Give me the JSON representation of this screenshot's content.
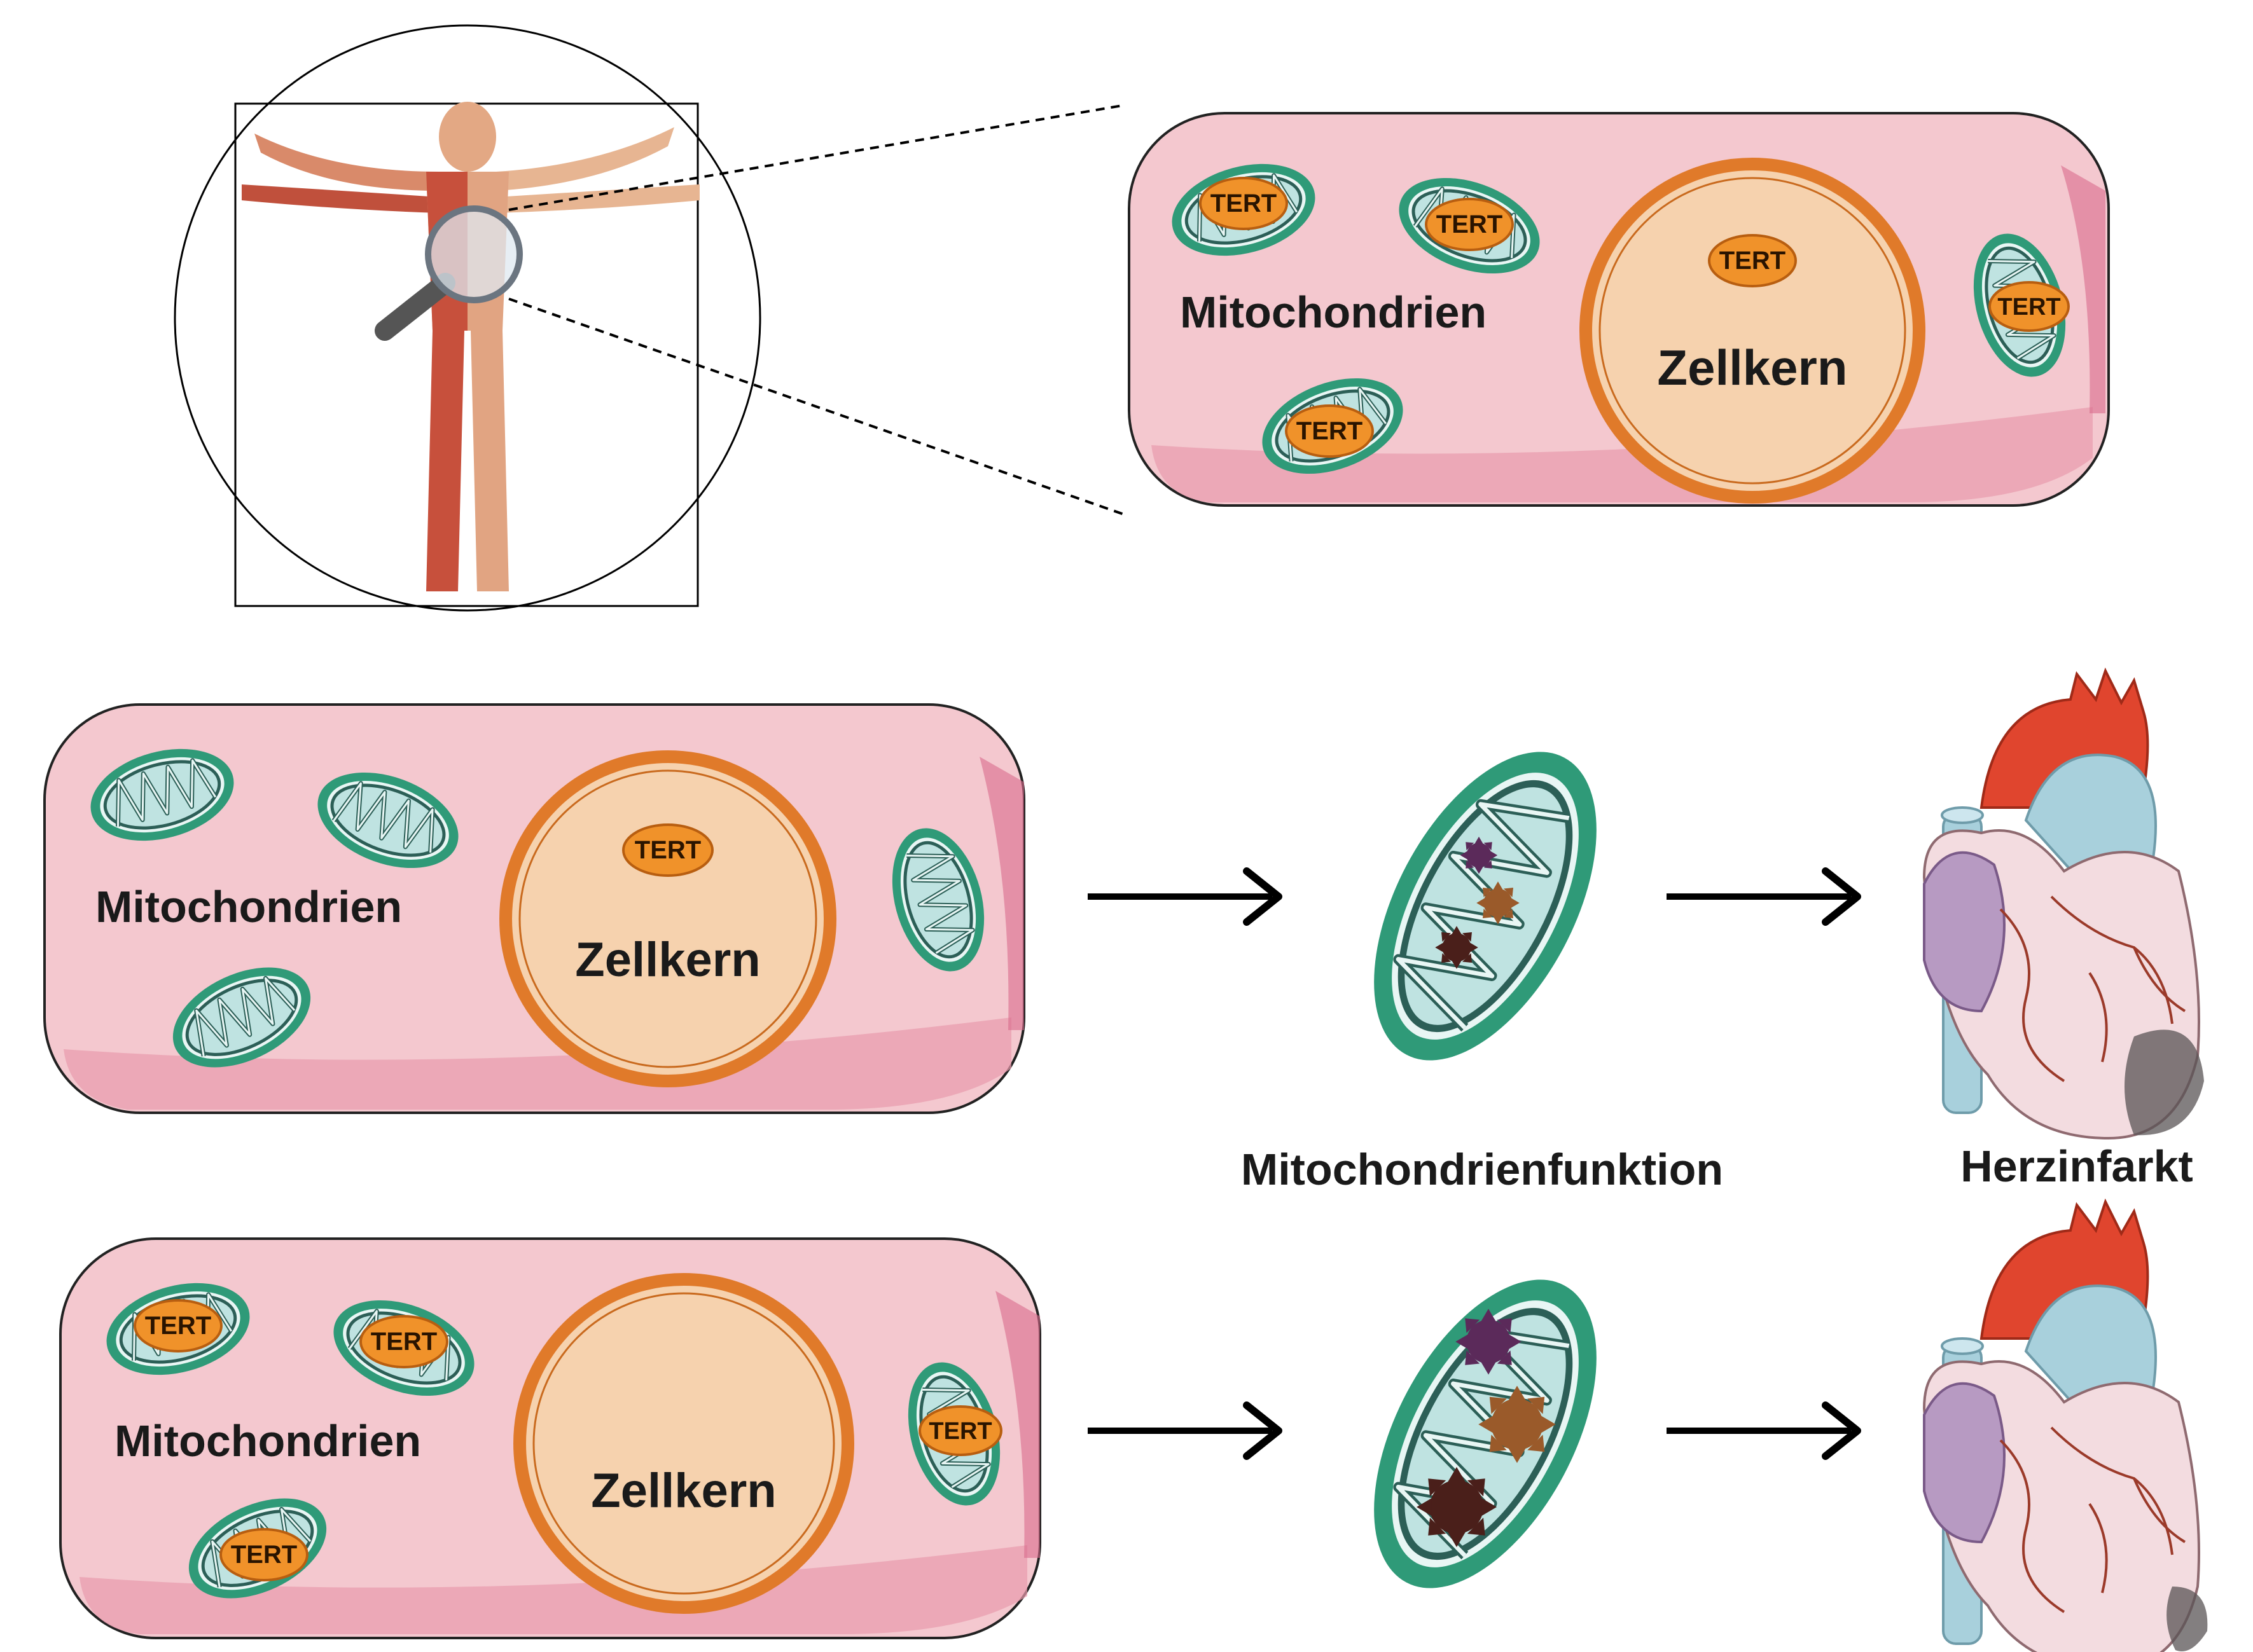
{
  "labels": {
    "mito": "Mitochondrien",
    "nucleus": "Zellkern",
    "tert": "TERT",
    "mito_function": "Mitochondrienfunktion",
    "heart_attack": "Herzinfarkt"
  },
  "colors": {
    "cell_fill": "#f4c8cf",
    "cell_edge": "#d86a8c",
    "nucleus_ring": "#e07a2a",
    "nucleus_fill": "#f6d2ae",
    "mito_outer": "#2f9a78",
    "mito_inner": "#bfe3e1",
    "tert_fill": "#f0922a",
    "heart_aorta": "#e0452e",
    "heart_vessel": "#a8d0dc",
    "heart_body": "#f3dce0"
  },
  "icons": {
    "body": "human-anatomy-figure",
    "magnifier": "magnifying-glass-icon",
    "arrow": "right-arrow-icon",
    "heart": "heart-icon",
    "damage": "reactive-oxygen-species-icon"
  }
}
